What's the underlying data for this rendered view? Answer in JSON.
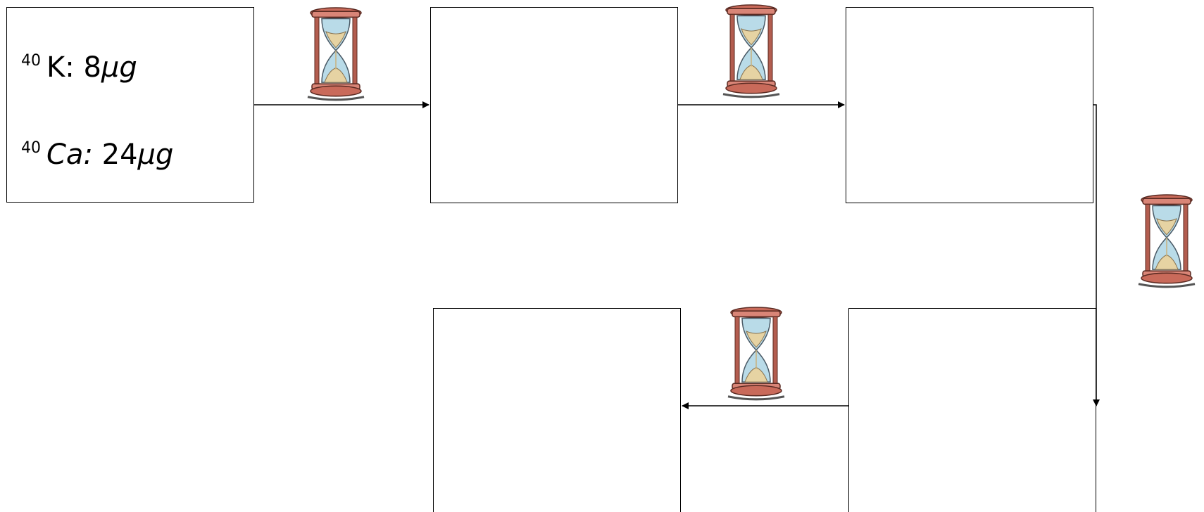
{
  "box1": {
    "k": {
      "mass": "40",
      "element": "K:",
      "value": "8",
      "unit": "μg"
    },
    "ca": {
      "mass": "40",
      "element": "Ca:",
      "value": "24",
      "unit": "μg"
    }
  },
  "icons": [
    "hourglass-icon",
    "hourglass-icon",
    "hourglass-icon",
    "hourglass-icon"
  ]
}
